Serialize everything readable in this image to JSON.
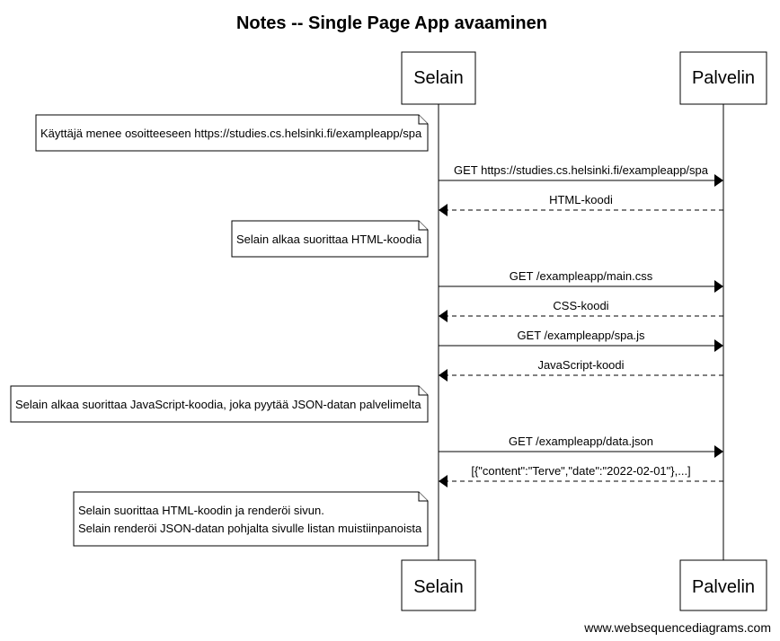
{
  "title": "Notes -- Single Page App avaaminen",
  "participants": [
    {
      "id": "selain",
      "label": "Selain"
    },
    {
      "id": "palvelin",
      "label": "Palvelin"
    }
  ],
  "sequence": [
    {
      "kind": "note",
      "lines": [
        "Käyttäjä menee osoitteeseen https://studies.cs.helsinki.fi/exampleapp/spa"
      ]
    },
    {
      "kind": "message",
      "from": "selain",
      "to": "palvelin",
      "style": "solid",
      "text": "GET https://studies.cs.helsinki.fi/exampleapp/spa"
    },
    {
      "kind": "message",
      "from": "palvelin",
      "to": "selain",
      "style": "dashed",
      "text": "HTML-koodi"
    },
    {
      "kind": "note",
      "lines": [
        "Selain alkaa suorittaa HTML-koodia"
      ]
    },
    {
      "kind": "message",
      "from": "selain",
      "to": "palvelin",
      "style": "solid",
      "text": "GET /exampleapp/main.css"
    },
    {
      "kind": "message",
      "from": "palvelin",
      "to": "selain",
      "style": "dashed",
      "text": "CSS-koodi"
    },
    {
      "kind": "message",
      "from": "selain",
      "to": "palvelin",
      "style": "solid",
      "text": "GET /exampleapp/spa.js"
    },
    {
      "kind": "message",
      "from": "palvelin",
      "to": "selain",
      "style": "dashed",
      "text": "JavaScript-koodi"
    },
    {
      "kind": "note",
      "lines": [
        "Selain alkaa suorittaa JavaScript-koodia, joka pyytää JSON-datan palvelimelta"
      ]
    },
    {
      "kind": "message",
      "from": "selain",
      "to": "palvelin",
      "style": "solid",
      "text": "GET /exampleapp/data.json"
    },
    {
      "kind": "message",
      "from": "palvelin",
      "to": "selain",
      "style": "dashed",
      "text": "[{\"content\":\"Terve\",\"date\":\"2022-02-01\"},...]"
    },
    {
      "kind": "note",
      "lines": [
        "Selain suorittaa HTML-koodin ja renderöi sivun.",
        "Selain renderöi JSON-datan pohjalta sivulle listan muistiinpanoista"
      ]
    }
  ],
  "footer": "www.websequencediagrams.com"
}
